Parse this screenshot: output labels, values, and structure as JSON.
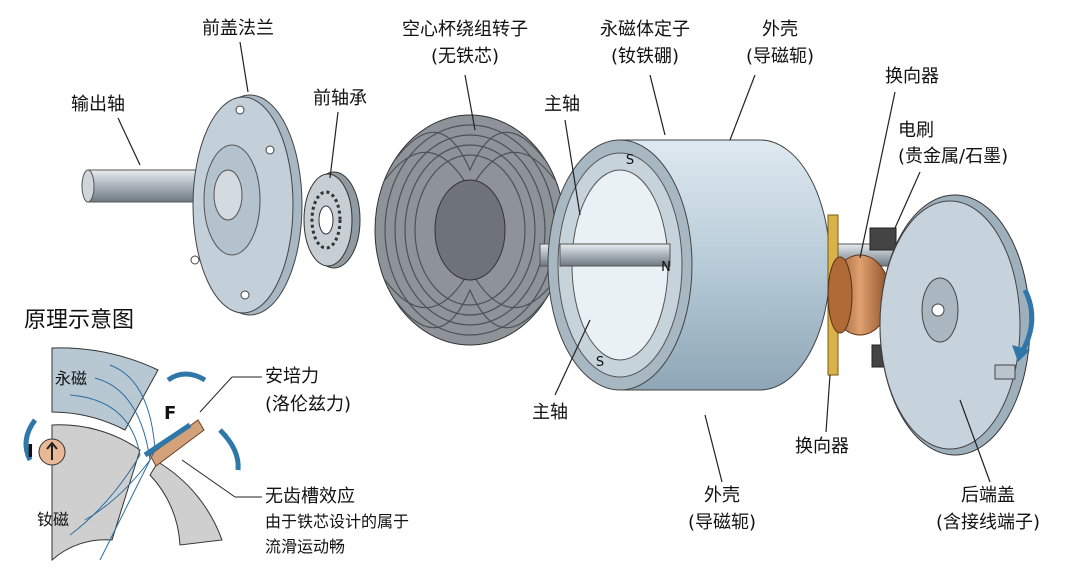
{
  "labels": {
    "front_flange": "前盖法兰",
    "output_shaft": "输出轴",
    "front_bearing": "前轴承",
    "rotor_line1": "空心杯绕组转子",
    "rotor_line2": "(无铁芯)",
    "stator_line1": "永磁体定子",
    "stator_line2": "(钕铁硼)",
    "housing_top_line1": "外壳",
    "housing_top_line2": "(导磁轭)",
    "commutator_top": "换向器",
    "brush_line1": "电刷",
    "brush_line2": "(贵金属/石墨)",
    "main_shaft_top": "主轴",
    "main_shaft_bottom": "主轴",
    "housing_bottom_line1": "外壳",
    "housing_bottom_line2": "(导磁轭)",
    "commutator_bottom": "换向器",
    "rear_cap_line1": "后端盖",
    "rear_cap_line2": "(含接线端子)",
    "magnet_pole_s_top": "S",
    "magnet_pole_n": "N",
    "magnet_pole_s_bottom": "S"
  },
  "principle": {
    "title": "原理示意图",
    "permanent_magnet": "永磁",
    "ndfeb_magnet": "钕磁",
    "current_symbol": "I",
    "force_symbol": "F",
    "ampere_force_line1": "安培力",
    "ampere_force_line2": "(洛伦兹力)",
    "no_cogging_title": "无齿槽效应",
    "no_cogging_line1": "由于铁芯设计的属于",
    "no_cogging_line2": "流滑运动畅"
  },
  "colors": {
    "metal": "#b8c3cc",
    "housing": "#bcd0dc",
    "copper": "#c98a5a",
    "arrow_blue": "#2f77a8"
  }
}
